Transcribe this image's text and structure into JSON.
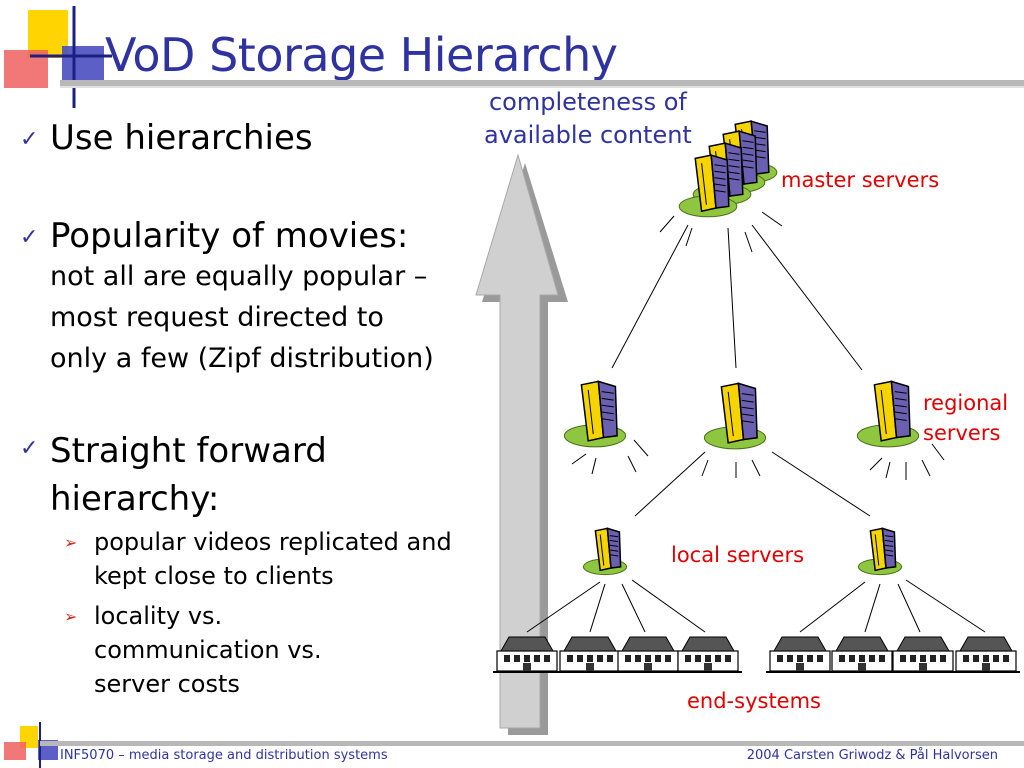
{
  "slide": {
    "title": "VoD Storage Hierarchy",
    "bullets": [
      {
        "text": "Use hierarchies",
        "sub": ""
      },
      {
        "text": "Popularity of movies:",
        "sub_lines": [
          "not all are equally popular –",
          "most request directed to",
          "only a few (Zipf distribution)"
        ]
      },
      {
        "text_lines": [
          "Straight forward",
          "hierarchy:"
        ],
        "subitems": [
          {
            "lines": [
              "popular videos replicated and",
              "kept close to clients"
            ]
          },
          {
            "lines": [
              "locality vs.",
              "communication vs.",
              "server costs"
            ]
          }
        ]
      }
    ]
  },
  "diagram": {
    "axis_label_lines": [
      "completeness of",
      "available content"
    ],
    "labels": {
      "master": "master servers",
      "regional_lines": [
        "regional",
        "servers"
      ],
      "local": "local servers",
      "end": "end-systems"
    },
    "colors": {
      "accent": "#2f33a0",
      "label_red": "#e00000",
      "server_yellow": "#f5d400",
      "server_purple": "#6a5fb0",
      "base_green": "#8ec63f"
    }
  },
  "footer": {
    "left": "INF5070 – media storage and distribution systems",
    "right": "2004  Carsten Griwodz & Pål Halvorsen"
  }
}
